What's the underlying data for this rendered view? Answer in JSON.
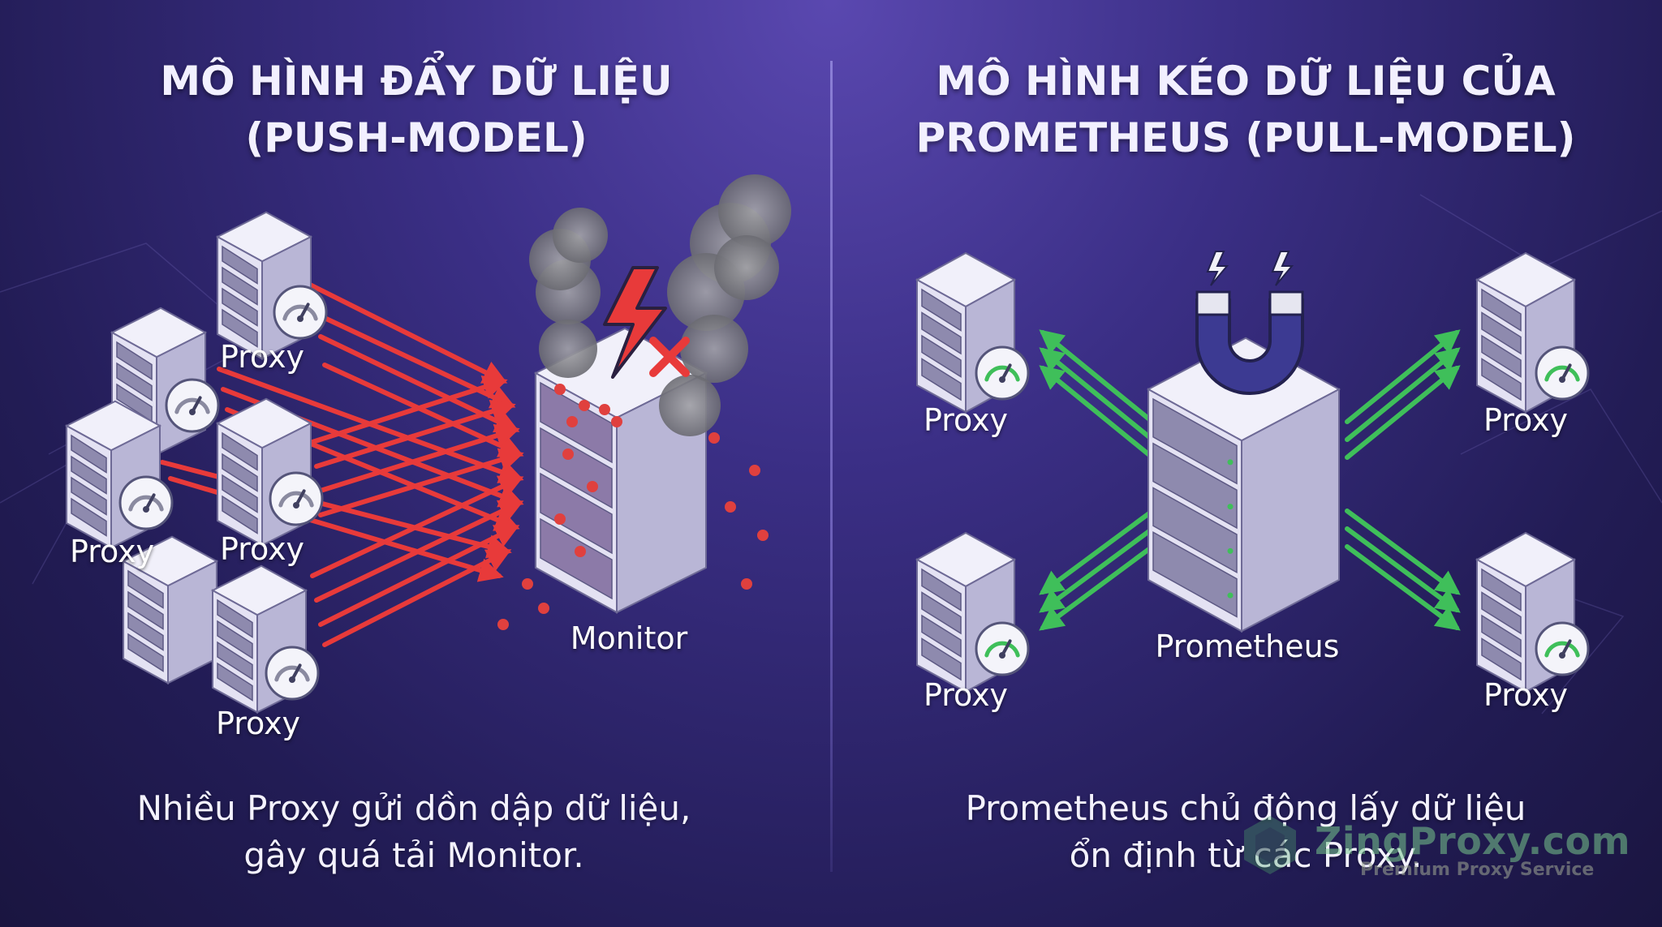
{
  "push_model": {
    "title_line1": "MÔ HÌNH ĐẨY DỮ LIỆU",
    "title_line2": "(PUSH-MODEL)",
    "proxy_label": "Proxy",
    "monitor_label": "Monitor",
    "caption_line1": "Nhiều Proxy gửi dồn dập dữ liệu,",
    "caption_line2": "gây quá tải Monitor."
  },
  "pull_model": {
    "title_line1": "MÔ HÌNH KÉO DỮ LIỆU CỦA",
    "title_line2": "PROMETHEUS (PULL-MODEL)",
    "proxy_label": "Proxy",
    "prometheus_label": "Prometheus",
    "caption_line1": "Prometheus chủ động lấy dữ liệu",
    "caption_line2": "ổn định từ các Proxy."
  },
  "watermark": {
    "name": "ZingProxy.com",
    "tagline": "Premium Proxy Service"
  },
  "colors": {
    "push_arrow": "#e83a3a",
    "pull_arrow": "#3fbf5a",
    "background": "#2c2468",
    "server_face": "#e4e2f3"
  },
  "icons": [
    "server-icon",
    "gauge-icon",
    "lightning-icon",
    "magnet-icon",
    "smoke-icon",
    "error-x-icon"
  ]
}
